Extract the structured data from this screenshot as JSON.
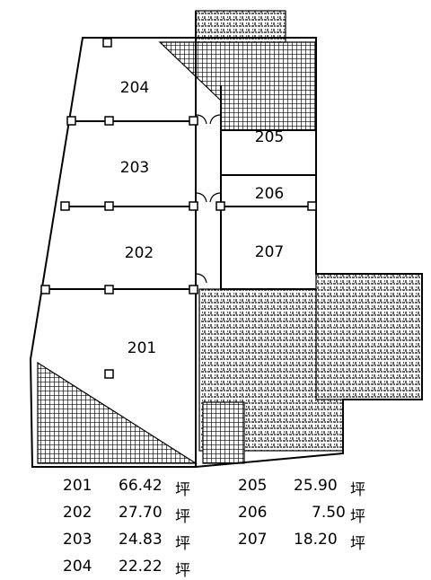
{
  "rooms": [
    {
      "id": "201",
      "label": "201"
    },
    {
      "id": "202",
      "label": "202"
    },
    {
      "id": "203",
      "label": "203"
    },
    {
      "id": "204",
      "label": "204"
    },
    {
      "id": "205",
      "label": "205"
    },
    {
      "id": "206",
      "label": "206"
    },
    {
      "id": "207",
      "label": "207"
    }
  ],
  "areas": [
    {
      "room": "201",
      "value": "66.42",
      "unit": "坪"
    },
    {
      "room": "202",
      "value": "27.70",
      "unit": "坪"
    },
    {
      "room": "203",
      "value": "24.83",
      "unit": "坪"
    },
    {
      "room": "204",
      "value": "22.22",
      "unit": "坪"
    },
    {
      "room": "205",
      "value": "25.90",
      "unit": "坪"
    },
    {
      "room": "206",
      "value": "7.50",
      "unit": "坪"
    },
    {
      "room": "207",
      "value": "18.20",
      "unit": "坪"
    }
  ]
}
